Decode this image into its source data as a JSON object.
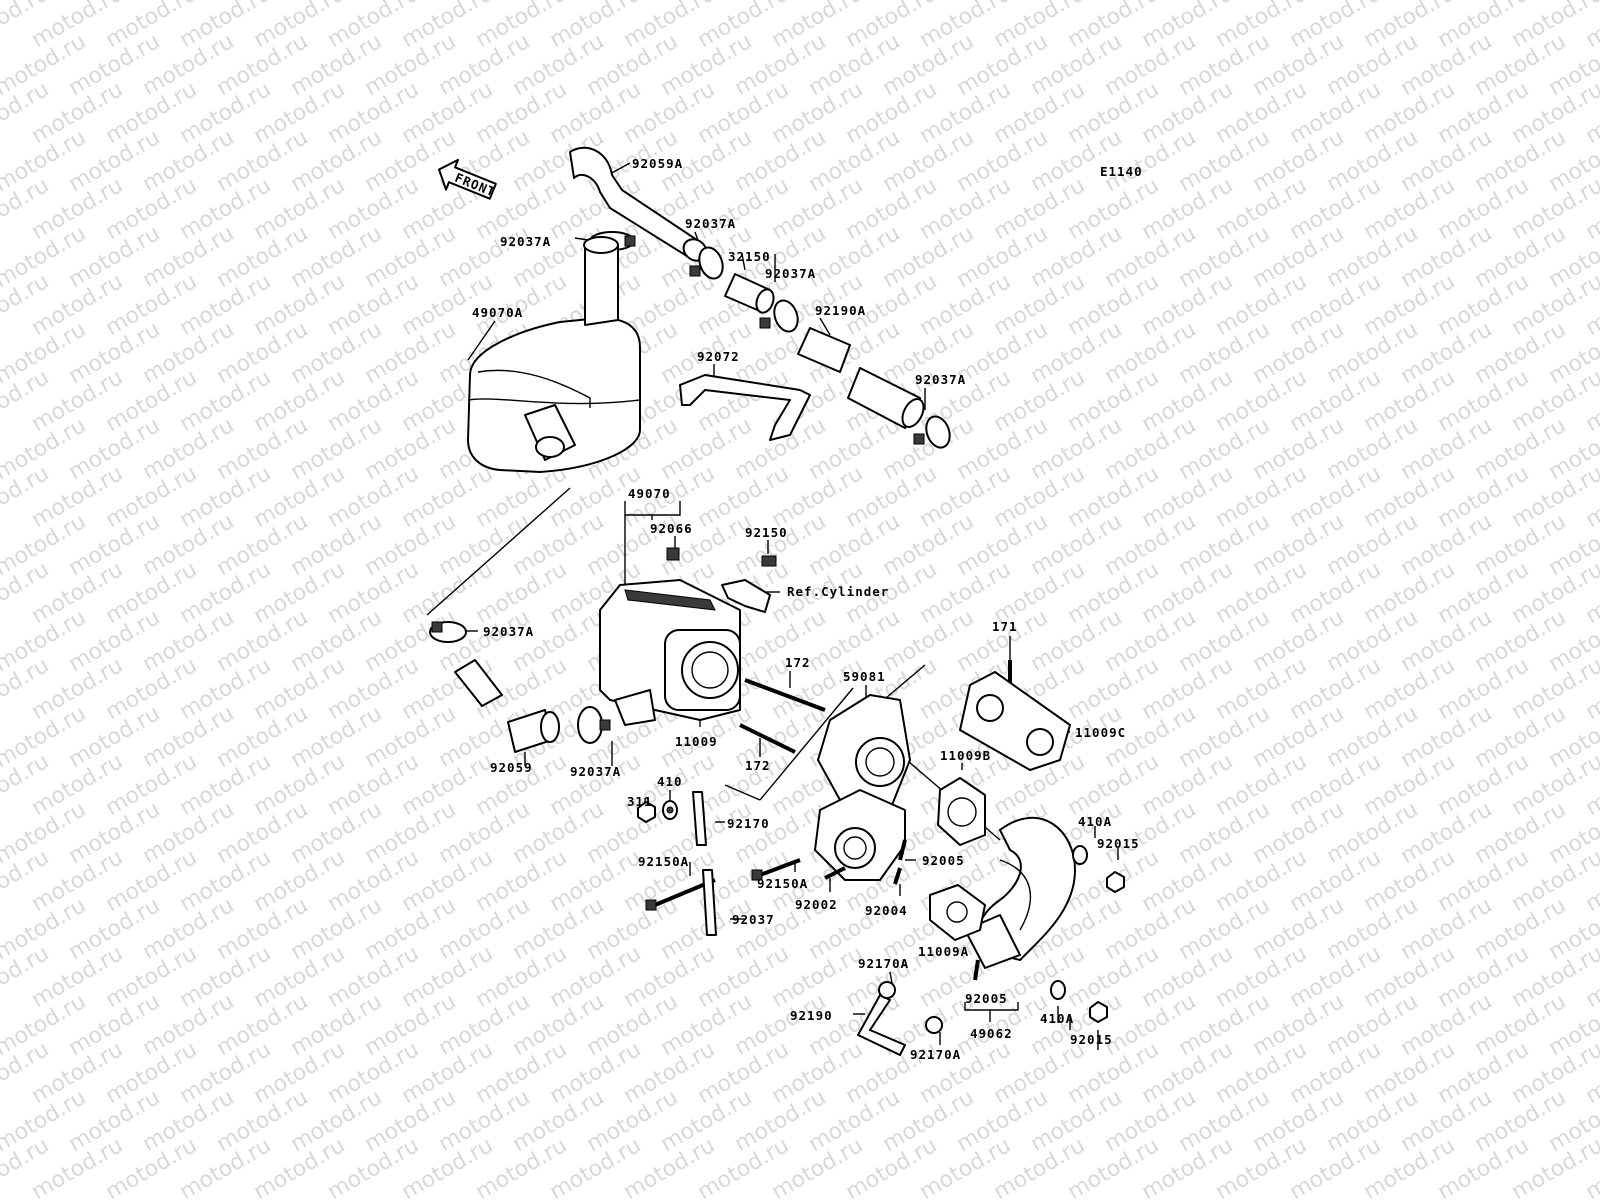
{
  "watermark": {
    "text": "motod.ru",
    "color": "#d8d8d8"
  },
  "diagram_code": "E1140",
  "front_marker": "FRONT",
  "ref_note": "Ref.Cylinder",
  "labels": {
    "p92059A": "92059A",
    "p92037A_1": "92037A",
    "p92037A_2": "92037A",
    "p32150": "32150",
    "p92037A_3": "92037A",
    "p92190A": "92190A",
    "p49070A": "49070A",
    "p92072": "92072",
    "p92037A_4": "92037A",
    "p49070": "49070",
    "p92066": "92066",
    "p92150": "92150",
    "p92037A_5": "92037A",
    "p171": "171",
    "p172_1": "172",
    "p59081": "59081",
    "p11009C": "11009C",
    "p11009": "11009",
    "p172_2": "172",
    "p11009B": "11009B",
    "p92059": "92059",
    "p92037A_6": "92037A",
    "p410": "410",
    "p311": "311",
    "p92170": "92170",
    "p410A_1": "410A",
    "p92015_1": "92015",
    "p92005_1": "92005",
    "p92150A_1": "92150A",
    "p92150A_2": "92150A",
    "p92002": "92002",
    "p92004": "92004",
    "p92037": "92037",
    "p11009A": "11009A",
    "p92170A_1": "92170A",
    "p92190": "92190",
    "p92005_2": "92005",
    "p410A_2": "410A",
    "p49062": "49062",
    "p92015_2": "92015",
    "p92170A_2": "92170A"
  },
  "icons": {
    "front_arrow": "front-arrow-icon"
  }
}
